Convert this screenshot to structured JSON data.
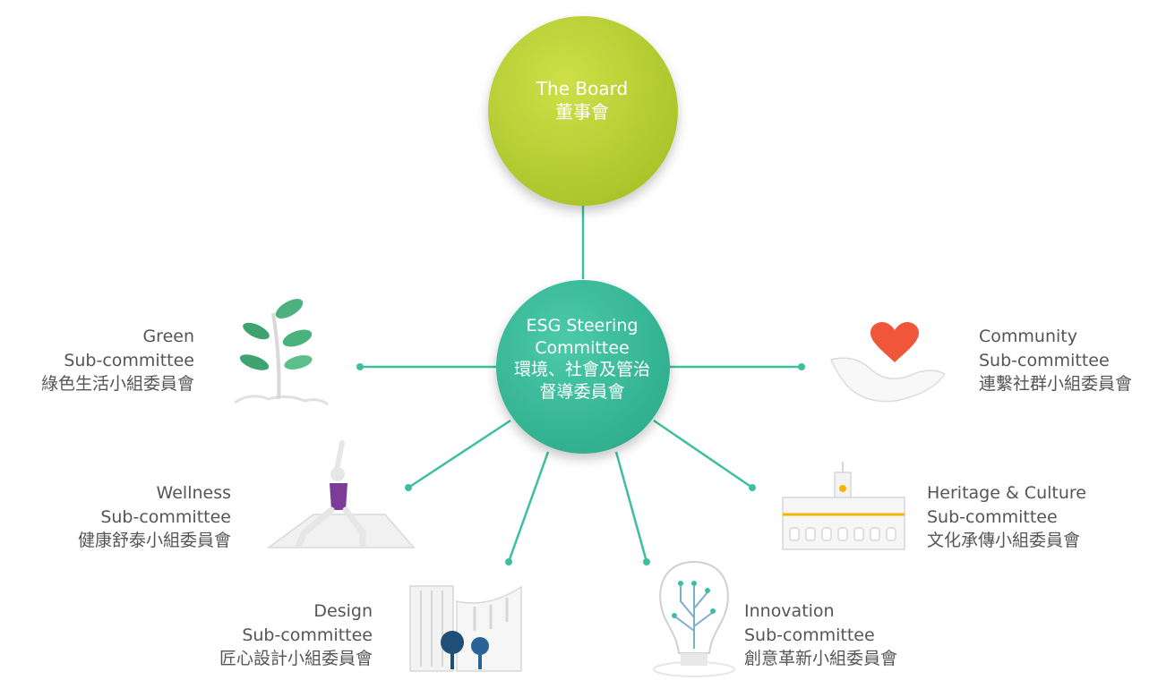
{
  "board": {
    "line1": "The Board",
    "line2": "董事會",
    "color": "#bcd335"
  },
  "esg": {
    "line1": "ESG Steering",
    "line2": "Committee",
    "line3": "環境、社會及管治",
    "line4": "督導委員會",
    "color": "#3dbf9f"
  },
  "connector_color": "#3dbf9f",
  "subcommittees": {
    "green": {
      "name": "Green",
      "type": "Sub-committee",
      "zh": "綠色生活小組委員會",
      "icon": "plant-icon"
    },
    "wellness": {
      "name": "Wellness",
      "type": "Sub-committee",
      "zh": "健康舒泰小組委員會",
      "icon": "yoga-icon"
    },
    "design": {
      "name": "Design",
      "type": "Sub-committee",
      "zh": "匠心設計小組委員會",
      "icon": "building-trees-icon"
    },
    "innovation": {
      "name": "Innovation",
      "type": "Sub-committee",
      "zh": "創意革新小組委員會",
      "icon": "lightbulb-icon"
    },
    "heritage": {
      "name": "Heritage & Culture",
      "type": "Sub-committee",
      "zh": "文化承傳小組委員會",
      "icon": "heritage-building-icon"
    },
    "community": {
      "name": "Community",
      "type": "Sub-committee",
      "zh": "連繫社群小組委員會",
      "icon": "heart-hand-icon"
    }
  }
}
